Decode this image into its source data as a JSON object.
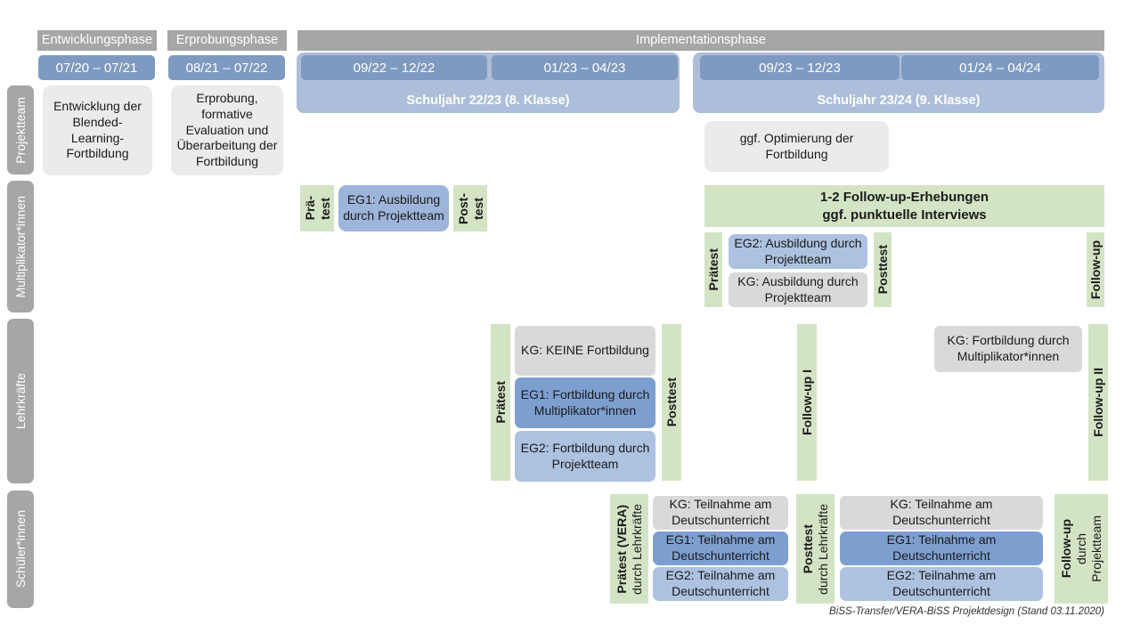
{
  "diagram": {
    "footer": "BiSS-Transfer/VERA-BiSS Projektdesign (Stand 03.11.2020)",
    "colors": {
      "phase_bar": "#a6a6a6",
      "period": "#7e9ac0",
      "schoolyear": "#adbedb",
      "row_label": "#a6a6a6",
      "grey_box": "#ebebeb",
      "grey_box_alt": "#d9d9d9",
      "blue_mid": "#9db5da",
      "blue_dark": "#7d9fd0",
      "blue_light": "#adc2e0",
      "green": "#d3e4c5"
    }
  },
  "phases": [
    {
      "label": "Entwicklungsphase"
    },
    {
      "label": "Erprobungsphase"
    },
    {
      "label": "Implementationsphase"
    }
  ],
  "periods": [
    {
      "label": "07/20 – 07/21"
    },
    {
      "label": "08/21 – 07/22"
    },
    {
      "label": "09/22 – 12/22"
    },
    {
      "label": "01/23 – 04/23"
    },
    {
      "label": "09/23 – 12/23"
    },
    {
      "label": "01/24 – 04/24"
    }
  ],
  "school_years": [
    {
      "label": "Schuljahr 22/23 (8. Klasse)"
    },
    {
      "label": "Schuljahr 23/24 (9. Klasse)"
    }
  ],
  "rows": [
    {
      "label": "Projektteam"
    },
    {
      "label": "Multiplikator*innen"
    },
    {
      "label": "Lehrkräfte"
    },
    {
      "label": "Schüler*innen"
    }
  ],
  "projektteam": {
    "entwicklung": "Entwicklung der Blended-Learning-Fortbildung",
    "erprobung": "Erprobung, formative Evaluation und Überarbeitung der Fortbildung",
    "optimierung": "ggf. Optimierung der Fortbildung"
  },
  "multiplikator": {
    "praetest_line1": "Prä-",
    "praetest_line2": "test",
    "eg1": "EG1: Ausbildung durch Projektteam",
    "posttest_line1": "Post-",
    "posttest_line2": "test",
    "followup_banner_line1": "1-2 Follow-up-Erhebungen",
    "followup_banner_line2": "ggf. punktuelle Interviews",
    "praetest2": "Prätest",
    "eg2": "EG2: Ausbildung durch Projektteam",
    "kg": "KG: Ausbildung durch Projektteam",
    "posttest2": "Posttest",
    "followup": "Follow-up"
  },
  "lehrkraefte": {
    "praetest": "Prätest",
    "kg": "KG:  KEINE Fortbildung",
    "eg1": "EG1: Fortbildung durch Multiplikator*innen",
    "eg2": "EG2: Fortbildung durch Projektteam",
    "posttest": "Posttest",
    "followup1": "Follow-up I",
    "kg_right": "KG: Fortbildung durch Multiplikator*innen",
    "followup2": "Follow-up II"
  },
  "schueler": {
    "praetest_bold": "Prätest (VERA)",
    "praetest_sub": "durch Lehrkräfte",
    "kg_left": "KG: Teilnahme am Deutschunterricht",
    "eg1_left": "EG1: Teilnahme am Deutschunterricht",
    "eg2_left": "EG2: Teilnahme am Deutschunterricht",
    "posttest_bold": "Posttest",
    "posttest_sub": "durch Lehrkräfte",
    "kg_right": "KG: Teilnahme am Deutschunterricht",
    "eg1_right": "EG1: Teilnahme am Deutschunterricht",
    "eg2_right": "EG2: Teilnahme am Deutschunterricht",
    "followup_bold": "Follow-up",
    "followup_sub1": "durch",
    "followup_sub2": "Projektteam"
  }
}
